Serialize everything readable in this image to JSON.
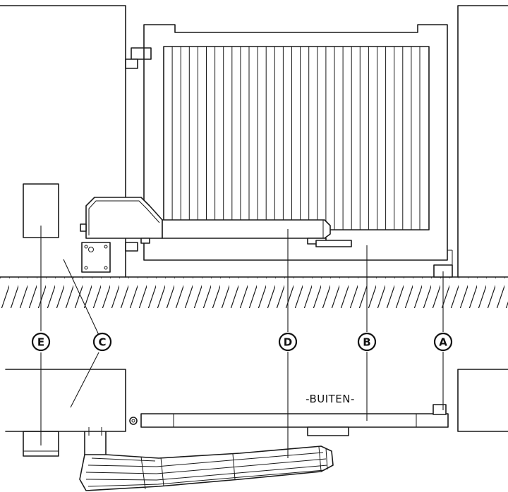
{
  "callouts": [
    {
      "id": "A",
      "label": "A"
    },
    {
      "id": "B",
      "label": "B"
    },
    {
      "id": "C",
      "label": "C"
    },
    {
      "id": "D",
      "label": "D"
    },
    {
      "id": "E",
      "label": "E"
    }
  ],
  "caption": "-BUITEN-"
}
